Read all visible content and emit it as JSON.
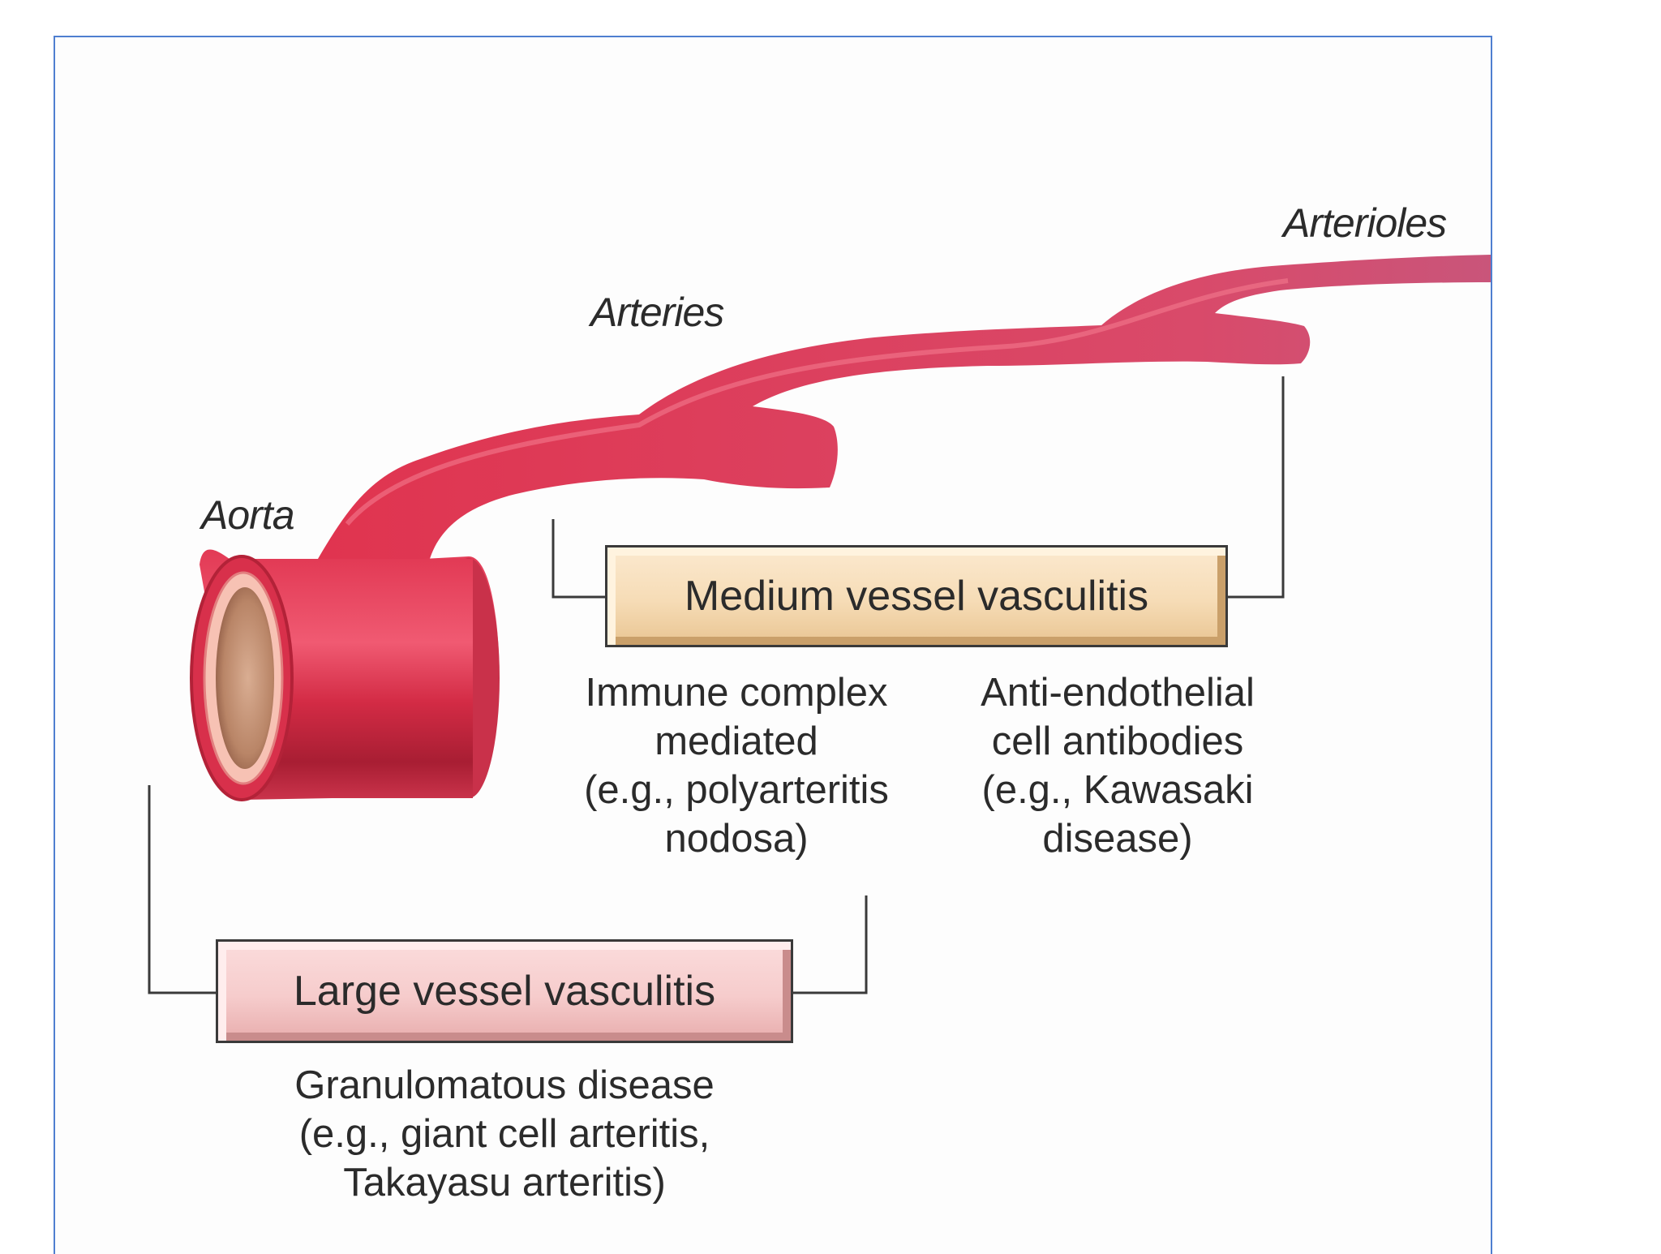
{
  "vessels": {
    "aorta": "Aorta",
    "arteries": "Arteries",
    "arterioles": "Arterioles"
  },
  "categories": {
    "medium": {
      "title": "Medium vessel vasculitis",
      "left_desc": "Immune complex\nmediated\n(e.g., polyarteritis\nnodosa)",
      "right_desc": "Anti-endothelial\ncell antibodies\n(e.g., Kawasaki\ndisease)"
    },
    "large": {
      "title": "Large vessel vasculitis",
      "desc": "Granulomatous disease\n(e.g., giant cell arteritis,\nTakayasu arteritis)"
    }
  },
  "colors": {
    "vessel": "#e0344f",
    "vessel_dark": "#b71f36",
    "lumen": "#c89a80",
    "frame_border": "#4f7fd0"
  }
}
